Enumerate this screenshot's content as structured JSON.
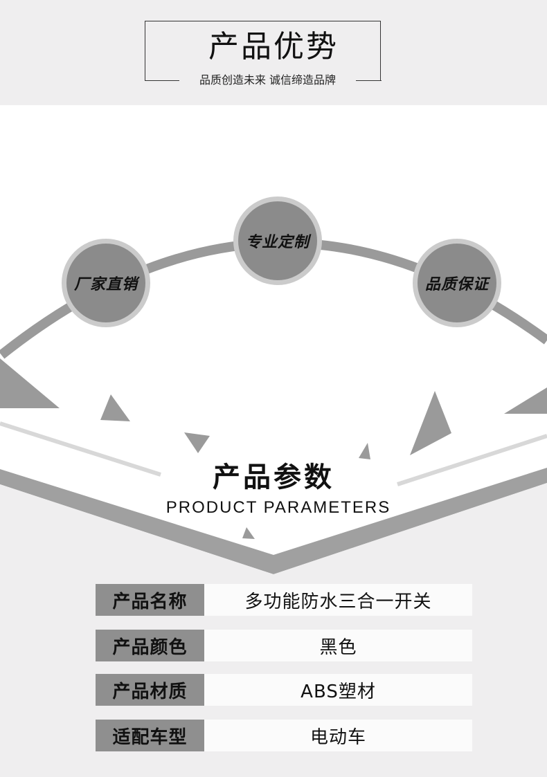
{
  "header": {
    "title": "产品优势",
    "subtitle": "品质创造未来  诚信缔造品牌"
  },
  "advantages": [
    {
      "label": "厂家直销"
    },
    {
      "label": "专业定制"
    },
    {
      "label": "品质保证"
    }
  ],
  "parameters_section": {
    "title_cn": "产品参数",
    "title_en": "PRODUCT PARAMETERS"
  },
  "parameters": [
    {
      "label": "产品名称",
      "value": "多功能防水三合一开关"
    },
    {
      "label": "产品颜色",
      "value": "黑色"
    },
    {
      "label": "产品材质",
      "value": "ABS塑材"
    },
    {
      "label": "适配车型",
      "value": "电动车"
    }
  ],
  "colors": {
    "background": "#efeeef",
    "accent_gray": "#8b8b8b",
    "light_gray": "#cbcbcb"
  }
}
